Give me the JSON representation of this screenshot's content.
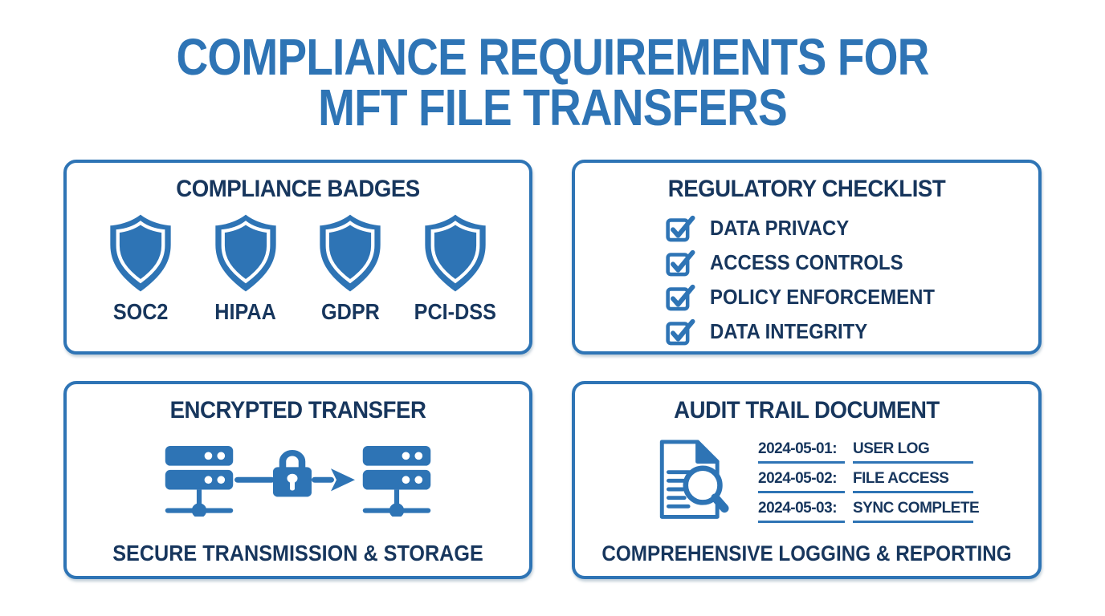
{
  "colors": {
    "accent_blue": "#2e74b5",
    "navy_text": "#17365d",
    "background": "#ffffff"
  },
  "title": {
    "line1": "COMPLIANCE REQUIREMENTS FOR",
    "line2": "MFT FILE TRANSFERS"
  },
  "icons": {
    "badge": "shield-icon",
    "checklist": "checkbox-checked-icon",
    "transfer_left": "server-icon",
    "transfer_middle": "padlock-icon",
    "transfer_arrow": "arrow-right-icon",
    "transfer_right": "server-icon",
    "audit": "document-magnifier-icon"
  },
  "panels": {
    "badges": {
      "heading": "COMPLIANCE BADGES",
      "items": [
        "SOC2",
        "HIPAA",
        "GDPR",
        "PCI-DSS"
      ]
    },
    "checklist": {
      "heading": "REGULATORY CHECKLIST",
      "items": [
        "DATA PRIVACY",
        "ACCESS CONTROLS",
        "POLICY ENFORCEMENT",
        "DATA INTEGRITY"
      ]
    },
    "transfer": {
      "heading": "ENCRYPTED TRANSFER",
      "caption": "SECURE TRANSMISSION & STORAGE"
    },
    "audit": {
      "heading": "AUDIT TRAIL DOCUMENT",
      "caption": "COMPREHENSIVE LOGGING & REPORTING",
      "log_entries": [
        {
          "date": "2024-05-01:",
          "event": "USER LOG"
        },
        {
          "date": "2024-05-02:",
          "event": "FILE ACCESS"
        },
        {
          "date": "2024-05-03:",
          "event": "SYNC COMPLETE"
        }
      ]
    }
  }
}
